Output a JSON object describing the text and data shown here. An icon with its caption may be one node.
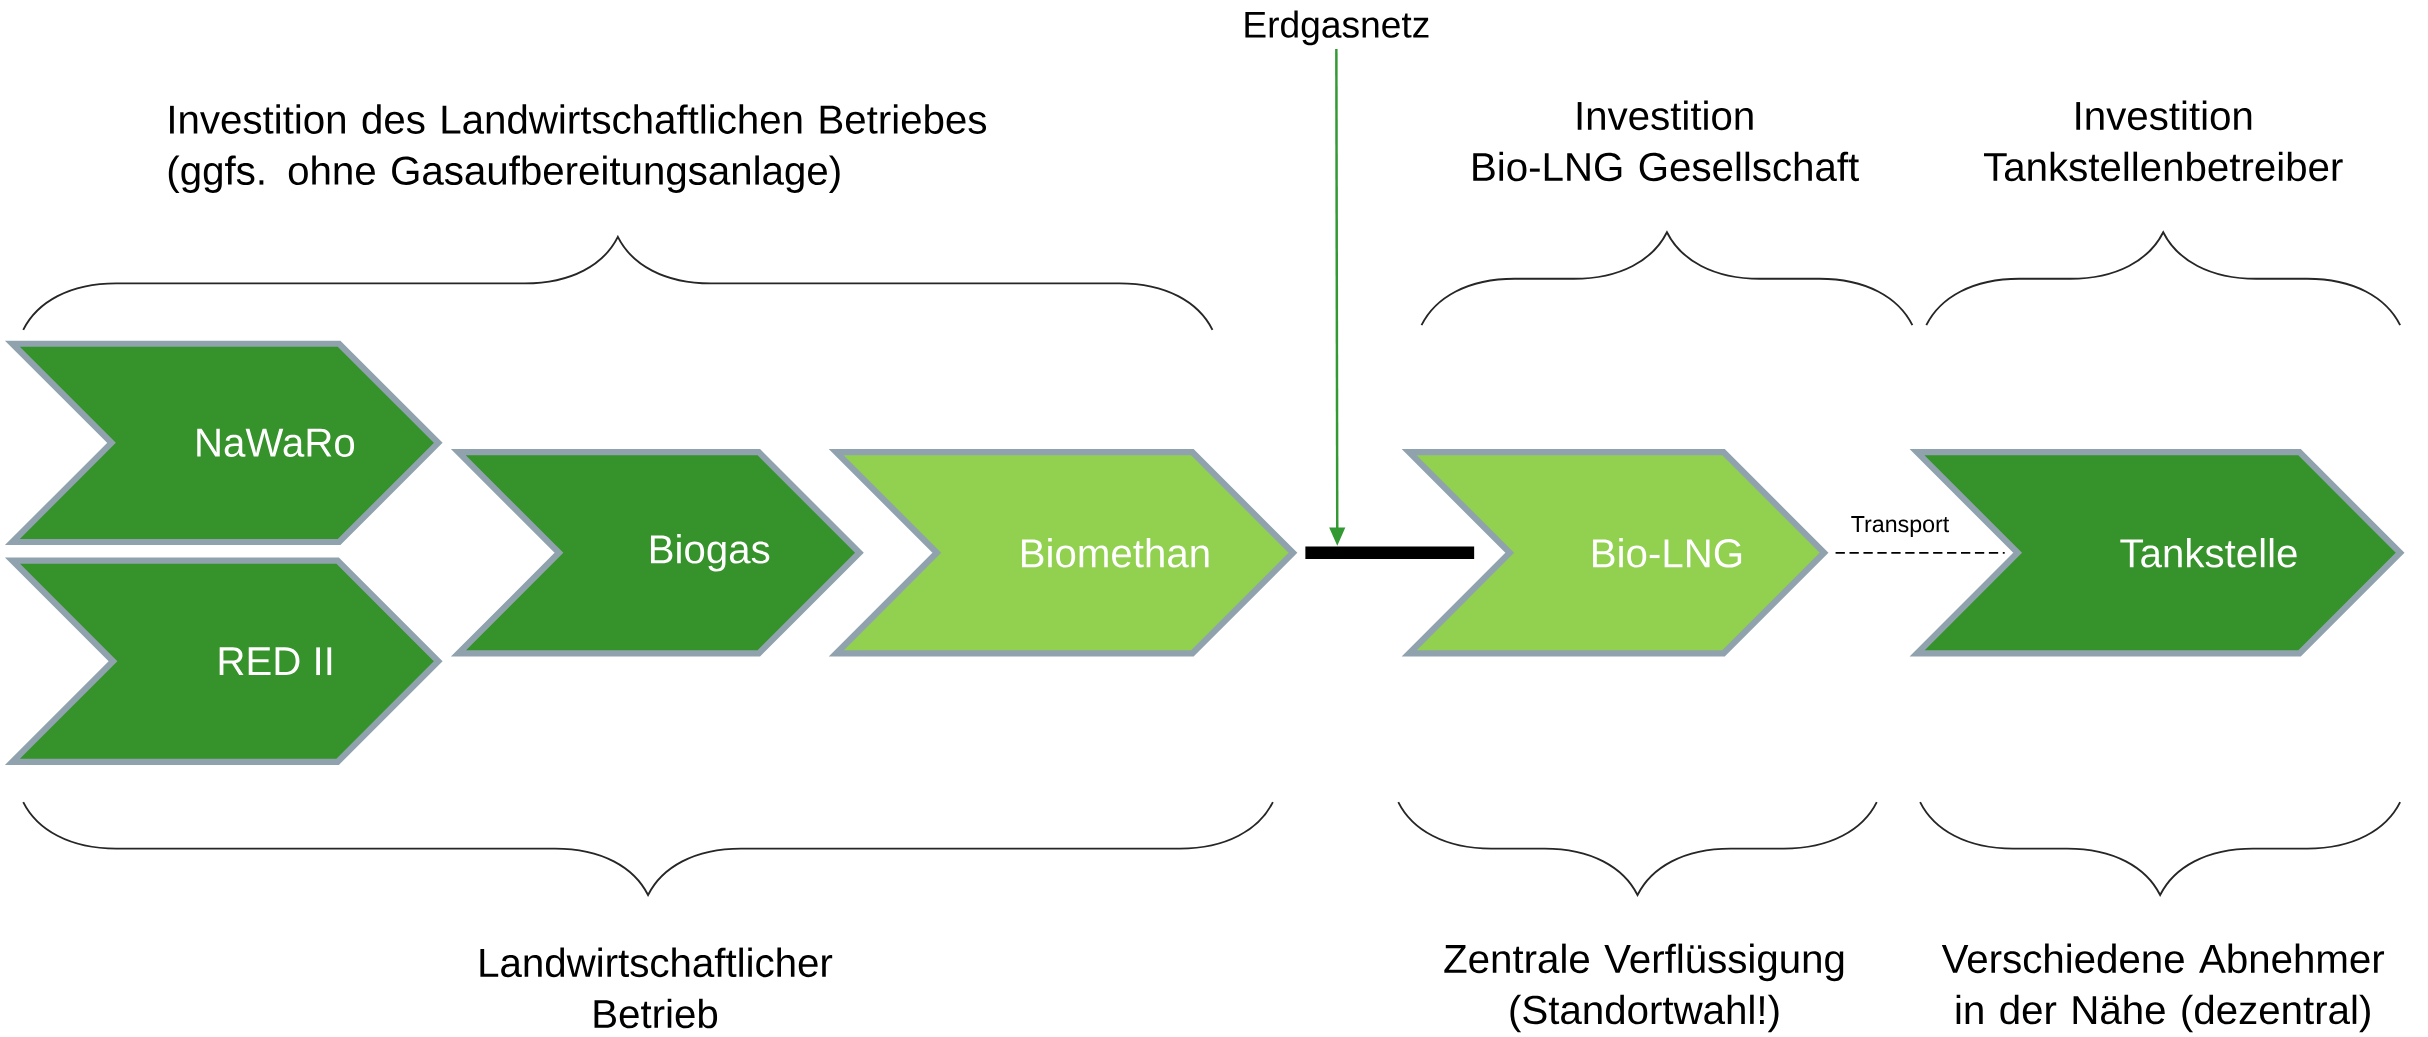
{
  "diagram": {
    "nodes": [
      {
        "text": [
          "NaWaRo"
        ]
      },
      {
        "text": [
          "RED II"
        ]
      },
      {
        "text": [
          "Biogas"
        ]
      },
      {
        "text": [
          "Biomethan"
        ]
      },
      {
        "text": [
          "Erdgasnetz"
        ]
      },
      {
        "text": [],
        "shape": "bar"
      },
      {
        "text": [
          "Bio-LNG"
        ]
      },
      {
        "text": [
          "Tankstelle"
        ]
      }
    ],
    "edges": [
      {
        "from": 4,
        "to": 5,
        "arrow": "to",
        "color": "#339933"
      },
      {
        "from": 6,
        "to": 7,
        "arrow": "none",
        "style": "dashed",
        "label": "Transport",
        "color": "#000000"
      }
    ],
    "labels": [
      "Investition des Landwirtschaftlichen Betriebes (ggfs. ohne Gasaufbereitungsanlage)",
      "Investition Bio-LNG Gesellschaft",
      "Investition Tankstellenbetreiber",
      "Landwirtschaftlicher Betrieb",
      "Zentrale Verflüssigung (Standortwahl!)",
      "Verschiedene Abnehmer in der Nähe (dezentral)"
    ]
  }
}
